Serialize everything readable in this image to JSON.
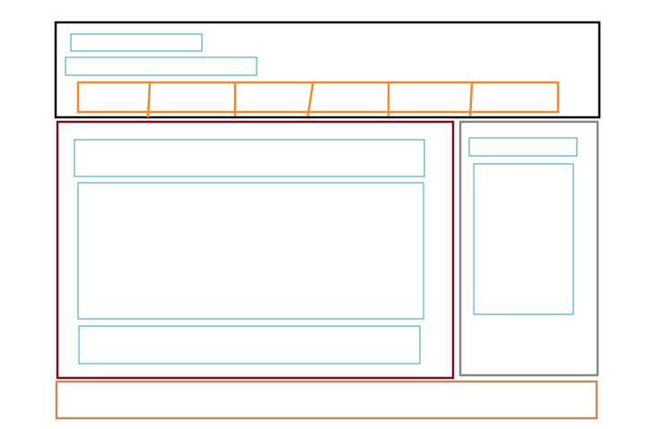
{
  "colors": {
    "header": "#000000",
    "field": "#2a9dc0",
    "nav": "#f08a2e",
    "main": "#7a0c1e",
    "sidebar": "#858585",
    "footer": "#c08a63",
    "background": "#ffffff"
  },
  "header": {
    "nav_tab_count": 6
  },
  "main": {
    "block_count": 3
  },
  "sidebar": {
    "block_count": 2
  }
}
